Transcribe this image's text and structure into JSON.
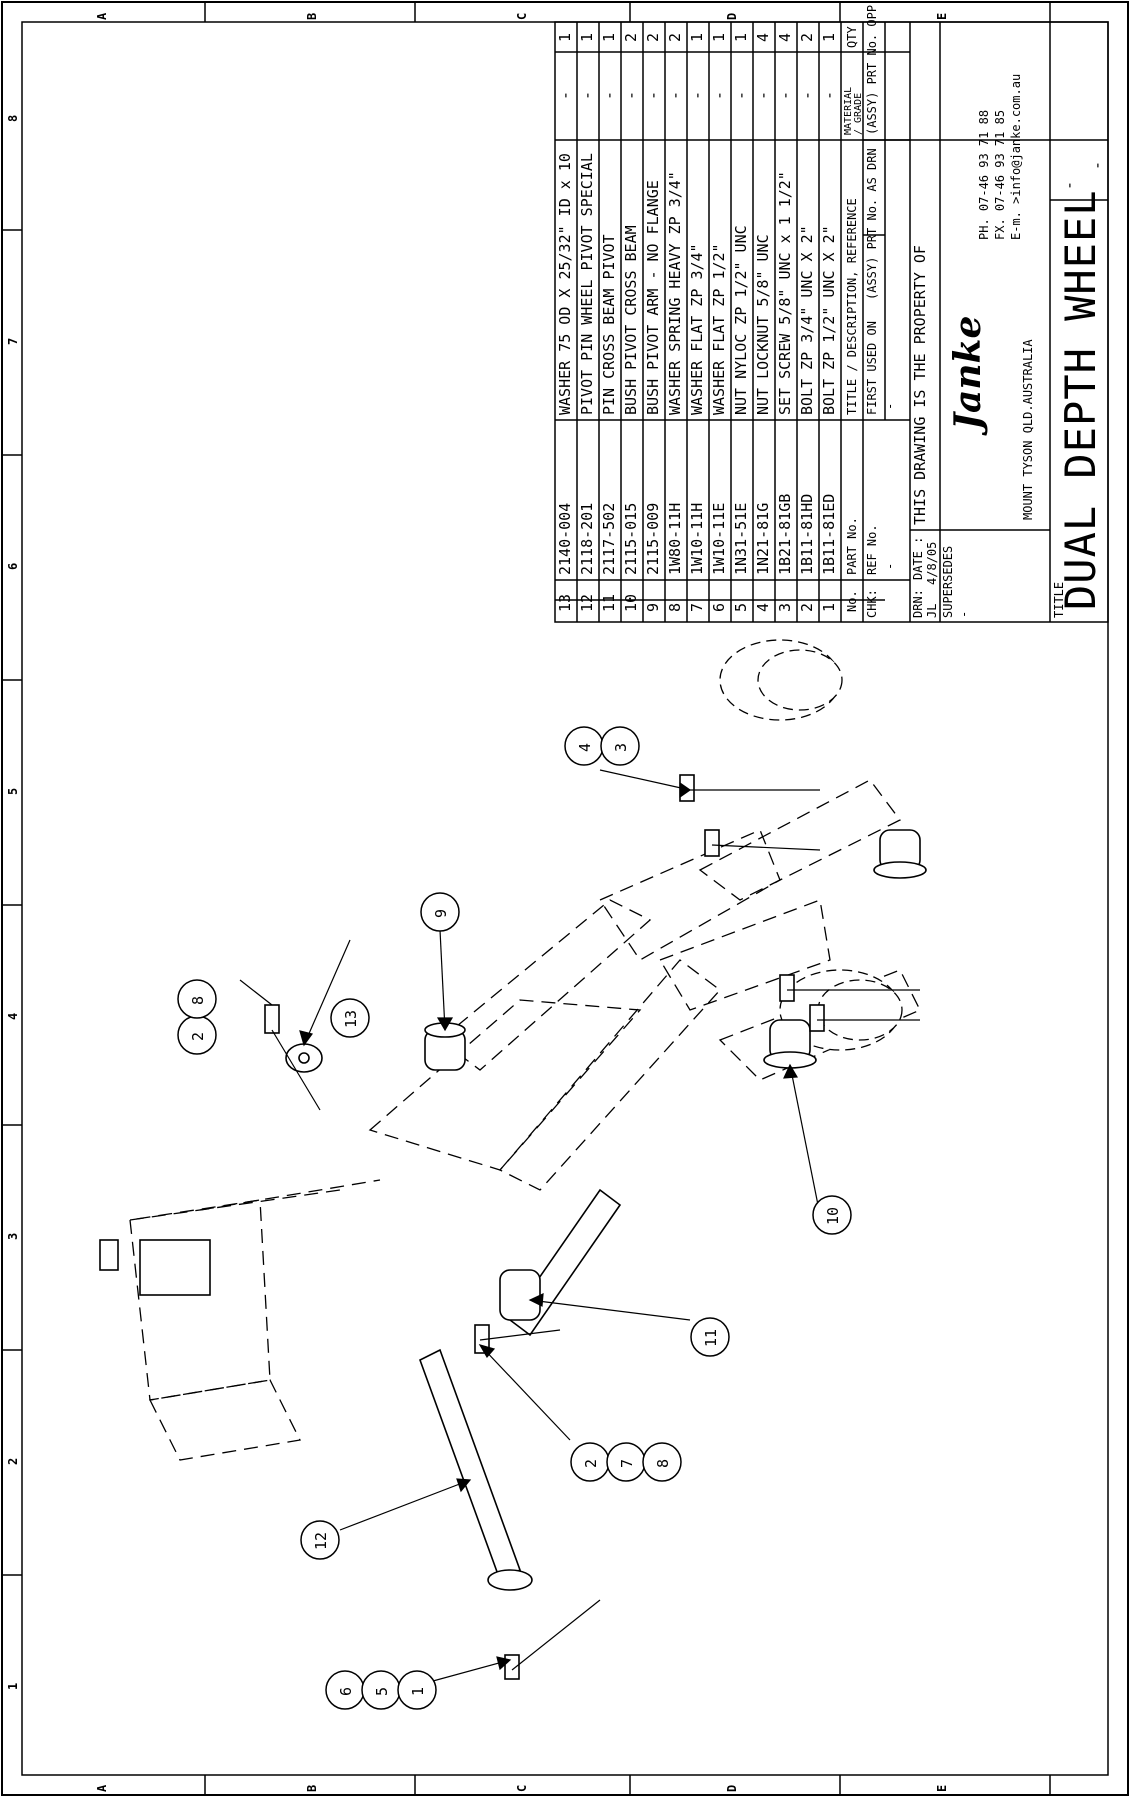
{
  "zones": {
    "top": [
      "A",
      "B",
      "C",
      "D",
      "E"
    ],
    "left": [
      "8",
      "7",
      "6",
      "5",
      "4",
      "3",
      "2",
      "1"
    ]
  },
  "bom": {
    "rows": [
      {
        "no": "13",
        "part": "2140-004",
        "desc": "WASHER 75 OD X 25/32\" ID x 10",
        "mat": "-",
        "qty": "1"
      },
      {
        "no": "12",
        "part": "2118-201",
        "desc": "PIVOT PIN WHEEL PIVOT SPECIAL",
        "mat": "-",
        "qty": "1"
      },
      {
        "no": "11",
        "part": "2117-502",
        "desc": "PIN CROSS BEAM PIVOT",
        "mat": "-",
        "qty": "1"
      },
      {
        "no": "10",
        "part": "2115-015",
        "desc": "BUSH PIVOT CROSS BEAM",
        "mat": "-",
        "qty": "2"
      },
      {
        "no": "9",
        "part": "2115-009",
        "desc": "BUSH PIVOT ARM - NO FLANGE",
        "mat": "-",
        "qty": "2"
      },
      {
        "no": "8",
        "part": "1W80-11H",
        "desc": "WASHER SPRING HEAVY ZP 3/4\"",
        "mat": "-",
        "qty": "2"
      },
      {
        "no": "7",
        "part": "1W10-11H",
        "desc": "WASHER FLAT ZP 3/4\"",
        "mat": "-",
        "qty": "1"
      },
      {
        "no": "6",
        "part": "1W10-11E",
        "desc": "WASHER FLAT ZP 1/2\"",
        "mat": "-",
        "qty": "1"
      },
      {
        "no": "5",
        "part": "1N31-51E",
        "desc": "NUT NYLOC ZP 1/2\" UNC",
        "mat": "-",
        "qty": "1"
      },
      {
        "no": "4",
        "part": "1N21-81G",
        "desc": "NUT LOCKNUT 5/8\" UNC",
        "mat": "-",
        "qty": "4"
      },
      {
        "no": "3",
        "part": "1B21-81GB",
        "desc": "SET SCREW 5/8\" UNC x 1 1/2\"",
        "mat": "-",
        "qty": "4"
      },
      {
        "no": "2",
        "part": "1B11-81HD",
        "desc": "BOLT ZP 3/4\" UNC X 2\"",
        "mat": "-",
        "qty": "2"
      },
      {
        "no": "1",
        "part": "1B11-81ED",
        "desc": "BOLT ZP 1/2\" UNC X 2\"",
        "mat": "-",
        "qty": "1"
      }
    ],
    "header": {
      "no": "No.",
      "part": "PART No.",
      "desc": "TITLE / DESCRIPTION, REFERENCE",
      "mat": "MATERIAL / GRADE",
      "qty": "QTY"
    }
  },
  "titleblock": {
    "chk": "CHK:",
    "ref_no": "REF No.",
    "ref_val": "-",
    "first_used": "FIRST USED ON",
    "first_used_val": "-",
    "assy_prt_as_drn": "(ASSY) PRT No. AS DRN",
    "assy_prt_opp": "(ASSY) PRT No. OPP HND",
    "drn_label": "DRN:",
    "drn_val": "JL",
    "date_label": "DATE :",
    "date_val": "4/8/05",
    "supersedes": "SUPERSEDES",
    "supersedes_val": "-",
    "property": "THIS DRAWING IS THE PROPERTY OF",
    "logo": "Janke",
    "address": "MOUNT TYSON QLD.AUSTRALIA",
    "ph": "PH.  07-46 93 71 88",
    "fx": "FX.  07-46 93 71 85",
    "email": "E-m. >info@janke.com.au",
    "title_label": "TITLE",
    "title": "DUAL DEPTH WHEEL",
    "dash1": "-",
    "dash2": "-"
  },
  "balloons": [
    {
      "label": "4"
    },
    {
      "label": "3"
    },
    {
      "label": "9"
    },
    {
      "label": "2"
    },
    {
      "label": "8"
    },
    {
      "label": "13"
    },
    {
      "label": "10"
    },
    {
      "label": "11"
    },
    {
      "label": "2"
    },
    {
      "label": "7"
    },
    {
      "label": "8"
    },
    {
      "label": "12"
    },
    {
      "label": "6"
    },
    {
      "label": "5"
    },
    {
      "label": "1"
    }
  ]
}
